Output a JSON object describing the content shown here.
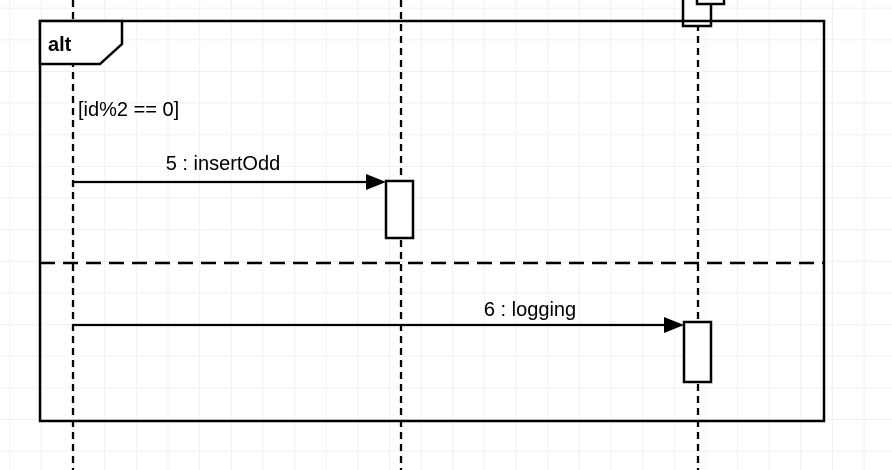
{
  "diagram": {
    "fragment": {
      "operator": "alt",
      "guard": "[id%2 == 0]"
    },
    "messages": [
      {
        "label": "5 : insertOdd"
      },
      {
        "label": "6 : logging"
      }
    ],
    "lifeline_count": 3,
    "activation_count": 4
  },
  "colors": {
    "line": "#000000",
    "activation_fill": "#ffffff",
    "canvas_background": "#ffffff",
    "grid_line": "#f0f0f0"
  }
}
